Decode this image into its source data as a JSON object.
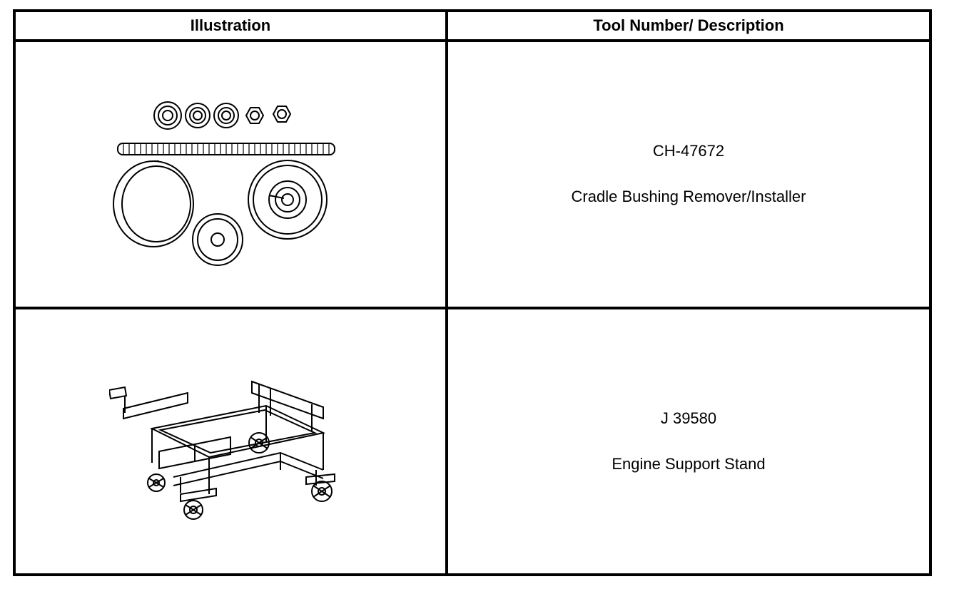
{
  "table": {
    "headers": {
      "illustration": "Illustration",
      "description": "Tool Number/ Description"
    },
    "rows": [
      {
        "tool_number": "CH-47672",
        "description": "Cradle Bushing Remover/Installer",
        "illustration_icon": "bushing-remover-installer-kit-icon"
      },
      {
        "tool_number": "J 39580",
        "description": "Engine Support Stand",
        "illustration_icon": "engine-support-stand-icon"
      }
    ]
  }
}
